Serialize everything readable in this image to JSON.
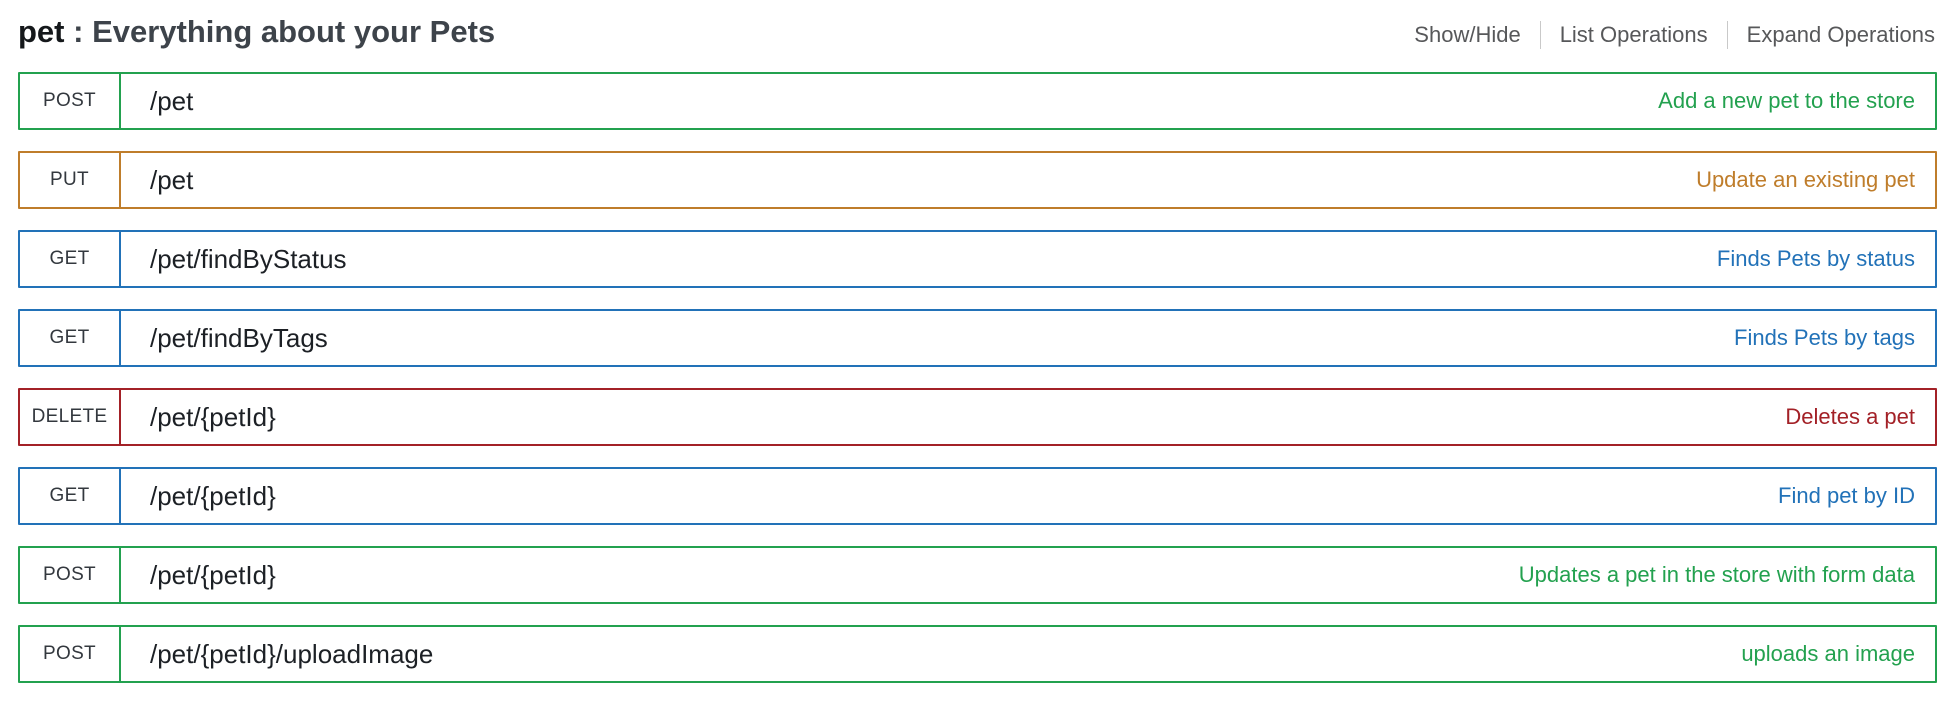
{
  "header": {
    "tag": "pet",
    "separator": " : ",
    "description": "Everything about your Pets",
    "links": [
      {
        "label": "Show/Hide"
      },
      {
        "label": "List Operations"
      },
      {
        "label": "Expand Operations"
      }
    ]
  },
  "colors": {
    "post_green": "#23a14f",
    "put_orange": "#bf7d2b",
    "get_blue": "#2272b8",
    "delete_red": "#a32127"
  },
  "operations": [
    {
      "method": "POST",
      "path": "/pet",
      "summary": "Add a new pet to the store",
      "color": "#23a14f"
    },
    {
      "method": "PUT",
      "path": "/pet",
      "summary": "Update an existing pet",
      "color": "#bf7d2b"
    },
    {
      "method": "GET",
      "path": "/pet/findByStatus",
      "summary": "Finds Pets by status",
      "color": "#2272b8"
    },
    {
      "method": "GET",
      "path": "/pet/findByTags",
      "summary": "Finds Pets by tags",
      "color": "#2272b8"
    },
    {
      "method": "DELETE",
      "path": "/pet/{petId}",
      "summary": "Deletes a pet",
      "color": "#a32127"
    },
    {
      "method": "GET",
      "path": "/pet/{petId}",
      "summary": "Find pet by ID",
      "color": "#2272b8"
    },
    {
      "method": "POST",
      "path": "/pet/{petId}",
      "summary": "Updates a pet in the store with form data",
      "color": "#23a14f"
    },
    {
      "method": "POST",
      "path": "/pet/{petId}/uploadImage",
      "summary": "uploads an image",
      "color": "#23a14f"
    }
  ]
}
